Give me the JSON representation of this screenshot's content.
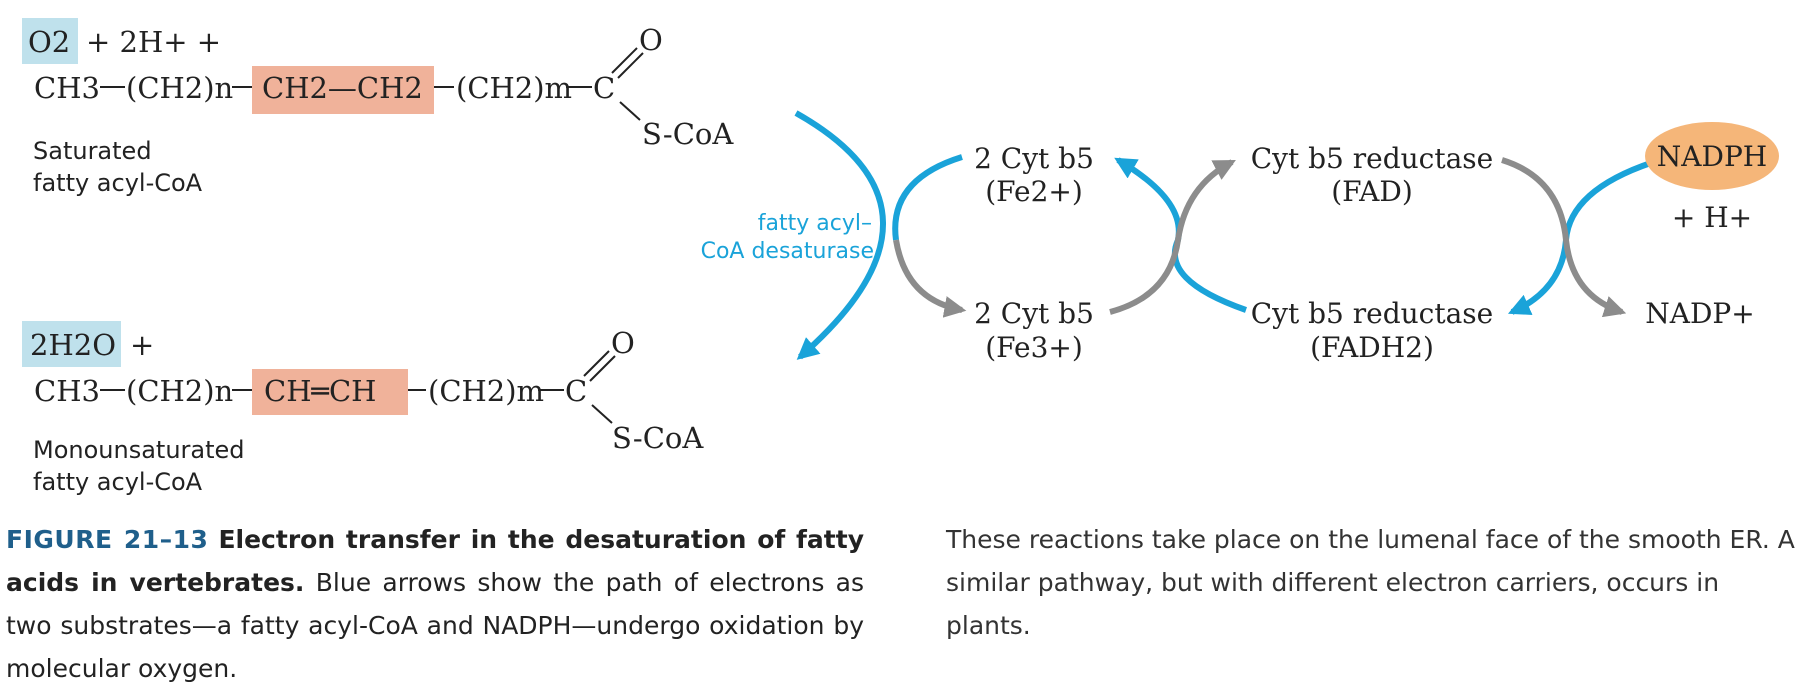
{
  "top": {
    "o2": "O2",
    "plus1": "+ 2H+ +",
    "ch3": "CH3",
    "ch2n": "(CH2)n",
    "mid": "CH2—CH2",
    "ch2m": "(CH2)m",
    "carbon": "C",
    "oxygen": "O",
    "scoa": "S-CoA",
    "label_l1": "Saturated",
    "label_l2": "fatty acyl-CoA"
  },
  "bottom": {
    "h2o": "2H2O",
    "plus": "+",
    "ch3": "CH3",
    "ch2n": "(CH2)n",
    "mid": "CH═CH",
    "ch2m": "(CH2)m",
    "carbon": "C",
    "oxygen": "O",
    "scoa": "S-CoA",
    "label_l1": "Monounsaturated",
    "label_l2": "fatty acyl-CoA"
  },
  "enzyme": {
    "line1": "fatty acyl–",
    "line2": "CoA desaturase"
  },
  "cyt_top": {
    "line1": "2 Cyt b5",
    "line2": "(Fe2+)"
  },
  "cyt_bottom": {
    "line1": "2 Cyt b5",
    "line2": "(Fe3+)"
  },
  "reductase_top": {
    "line1": "Cyt b5 reductase",
    "line2": "(FAD)"
  },
  "reductase_bottom": {
    "line1": "Cyt b5 reductase",
    "line2": "(FADH2)"
  },
  "nadph": "NADPH",
  "h_plus": "+ H+",
  "nadp": "NADP+",
  "colors": {
    "blue_arrow": "#1aa3d9",
    "gray_arrow": "#8c8c8c",
    "substrate_box": "#bfe1ec",
    "bond_box": "#f0b29a",
    "nadph_oval": "#f5b679",
    "caption_number": "#1f5f8b"
  },
  "caption": {
    "number": "FIGURE 21–13",
    "title": "Electron transfer in the desaturation of fatty acids in vertebrates.",
    "body": "Blue arrows show the path of electrons as two substrates—a fatty acyl-CoA and NADPH—undergo oxidation by molecular oxygen."
  },
  "note": "These reactions take place on the lumenal face of the smooth ER. A similar pathway, but with different electron carriers, occurs in plants."
}
